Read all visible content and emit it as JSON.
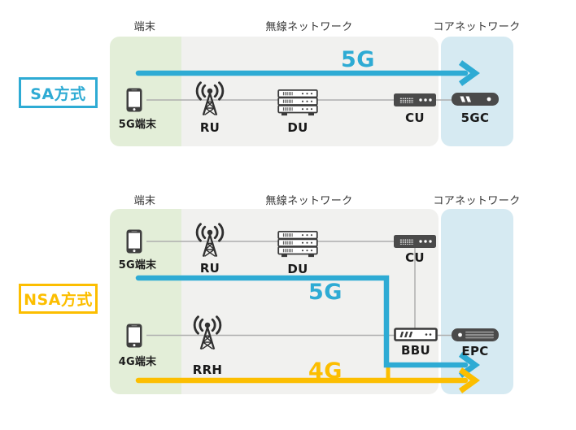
{
  "colors": {
    "accent_blue": "#2EABD4",
    "accent_yellow": "#FCBE00",
    "panel_green": "#E3EED8",
    "panel_gray": "#F1F1EF",
    "panel_blue": "#D6EAF2",
    "icon_dark": "#454545"
  },
  "headers": {
    "terminal": "端末",
    "radio_network": "無線ネットワーク",
    "core_network": "コアネットワーク"
  },
  "sa": {
    "label": "SA方式",
    "flow_5g": "5G",
    "nodes": {
      "phone": "5G端末",
      "ru": "RU",
      "du": "DU",
      "cu": "CU",
      "core": "5GC"
    }
  },
  "nsa": {
    "label": "NSA方式",
    "flow_5g": "5G",
    "flow_4g": "4G",
    "nodes": {
      "phone_5g": "5G端末",
      "ru": "RU",
      "du": "DU",
      "cu": "CU",
      "phone_4g": "4G端末",
      "rrh": "RRH",
      "bbu": "BBU",
      "core": "EPC"
    }
  }
}
